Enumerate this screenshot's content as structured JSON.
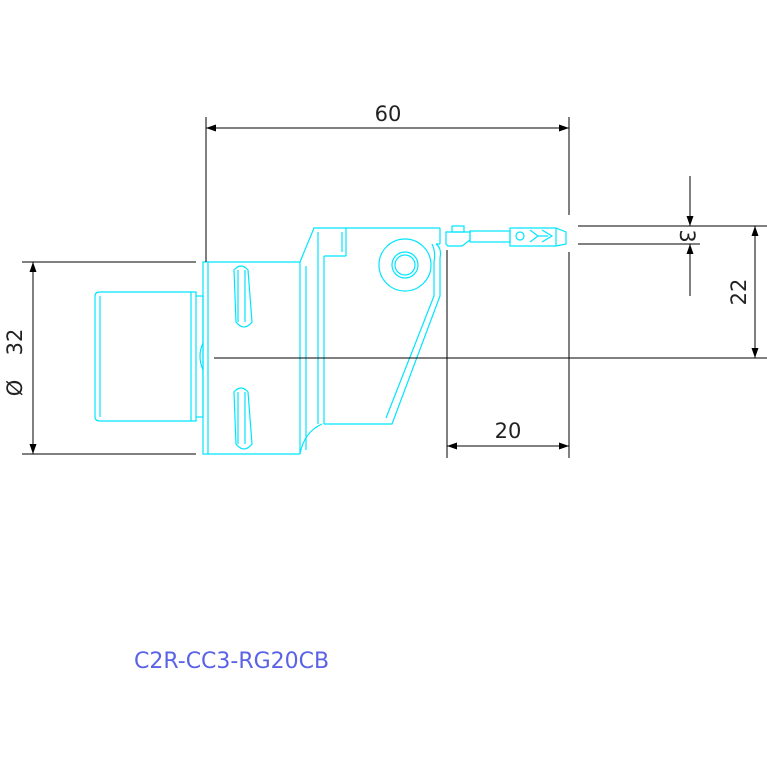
{
  "drawing": {
    "part_number": "C2R-CC3-RG20CB",
    "dimensions": {
      "overall_length": "60",
      "cut_width": "3",
      "height_offset": "22",
      "reach": "20",
      "diameter_symbol": "Ø",
      "diameter": "32"
    }
  },
  "colors": {
    "part_outline": "#00e5ff",
    "dimension_lines": "#000000",
    "title_text": "#5a63e6"
  }
}
